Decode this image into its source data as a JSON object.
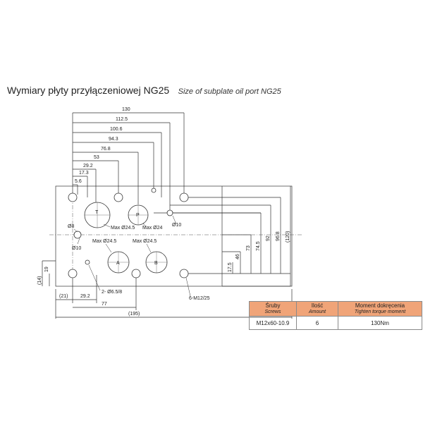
{
  "title": {
    "polish": "Wymiary płyty przyłączeniowej NG25",
    "english": "Size of subplate oil port NG25"
  },
  "drawing": {
    "top_dims": [
      "130",
      "112.5",
      "100.6",
      "94.3",
      "76.8",
      "53",
      "29.2",
      "17.3",
      "5.6"
    ],
    "right_dims": [
      "17.5",
      "46",
      "73",
      "74.5",
      "92",
      "96.8",
      "(120)"
    ],
    "bottom_dims": [
      "(21)",
      "29.2",
      "77",
      "(195)"
    ],
    "left_dims": [
      "(14)",
      "19"
    ],
    "callouts": {
      "phi8": "Ø8",
      "phi10_left": "Ø10",
      "phi10_right": "Ø10",
      "max_t": "Max Ø24.5",
      "max_p": "Max Ø24",
      "max_a": "Max Ø24.5",
      "max_b": "Max Ø24.5",
      "pin_holes": "2- Ø6.5/8",
      "screw_holes": "6-M12/25"
    },
    "ports": [
      "T",
      "P",
      "A",
      "B"
    ]
  },
  "table": {
    "headers": [
      {
        "main": "Śruby",
        "sub": "Screws"
      },
      {
        "main": "Ilość",
        "sub": "Amount"
      },
      {
        "main": "Moment dokręcenia",
        "sub": "Tighten torque moment"
      }
    ],
    "row": [
      "M12x60-10.9",
      "6",
      "130Nm"
    ]
  }
}
